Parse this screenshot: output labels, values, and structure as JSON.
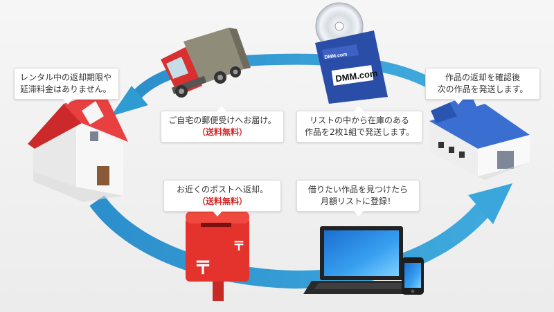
{
  "bubbles": {
    "rental": {
      "line1": "レンタル中の返却期限や",
      "line2": "延滞料金はありません。"
    },
    "delivery": {
      "line1": "ご自宅の郵便受けへお届け。",
      "note": "（送料無料）"
    },
    "stock": {
      "line1": "リストの中から在庫のある",
      "line2": "作品を2枚1組で発送します。"
    },
    "confirm": {
      "line1": "作品の返却を確認後",
      "line2": "次の作品を発送します。"
    },
    "return": {
      "line1": "お近くのポストへ返却。",
      "note": "（送料無料）"
    },
    "register": {
      "line1": "借りたい作品を見つけたら",
      "line2": "月額リストに登録！"
    }
  },
  "disc_logo": "DMM.com",
  "disc_logo_small": "DMM.com",
  "colors": {
    "arrow": "#2f9bd3",
    "house_roof": "#e23a3a",
    "truck_cab": "#d83030",
    "postbox": "#e3332c",
    "warehouse_roof": "#3366cc",
    "case": "#2a4ea8"
  }
}
